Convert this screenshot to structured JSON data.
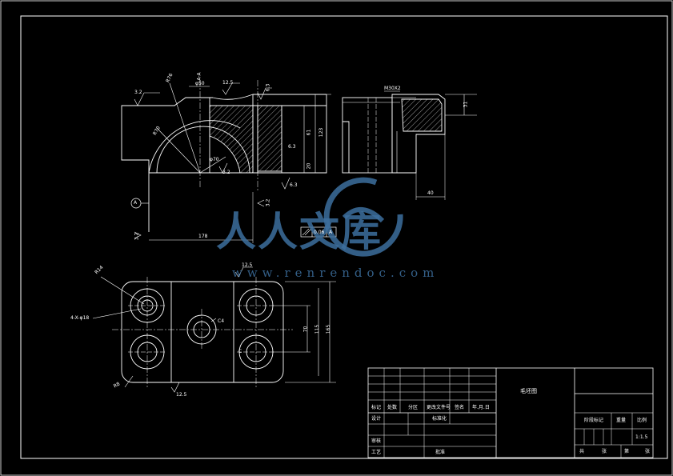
{
  "watermark": {
    "title": "人人文库",
    "url": "www.renrendoc.com"
  },
  "dimensions": {
    "front_left_roughness": "3.2",
    "radius_top": "R76",
    "phi50": "φ50",
    "roughness_top": "12.5",
    "section_mark": "A-A",
    "top_right_roughness": "6.3",
    "r70": "R70",
    "phi70": "φ70",
    "inner_roughness": "3.2",
    "dim_61": "61",
    "dim_123": "123",
    "dim_20": "20",
    "inner_63": "6.3",
    "bottom_63": "6.3",
    "datum": "A",
    "bottom_roughness": "3.2",
    "left_bottom_roughness": "3.2",
    "dim_178": "178",
    "parallel_tol": "0.06",
    "parallel_datum": "A",
    "side_thread": "M30X2",
    "side_31": "31",
    "side_40": "40",
    "plan_top_roughness": "12.5",
    "plan_r_left": "R14",
    "plan_holes": "4-X-φ18",
    "plan_c4": "C4",
    "plan_c": "C",
    "plan_70": "70",
    "plan_115": "115",
    "plan_165": "165",
    "plan_r8": "R8",
    "plan_bottom_roughness": "12.5"
  },
  "title_block": {
    "part_name": "毛坯图",
    "row_labels": [
      "标记",
      "处数",
      "分区",
      "更改文件号",
      "签名",
      "年.月.日"
    ],
    "design": "设计",
    "standardize": "标准化",
    "check": "审核",
    "process": "工艺",
    "approve": "批准",
    "stage_mark": "阶段标记",
    "weight": "重量",
    "scale": "比例",
    "scale_value": "1:1.5",
    "sheets_total": "共",
    "sheets_label": "张",
    "sheet_no": "第",
    "sheet_label": "张"
  }
}
